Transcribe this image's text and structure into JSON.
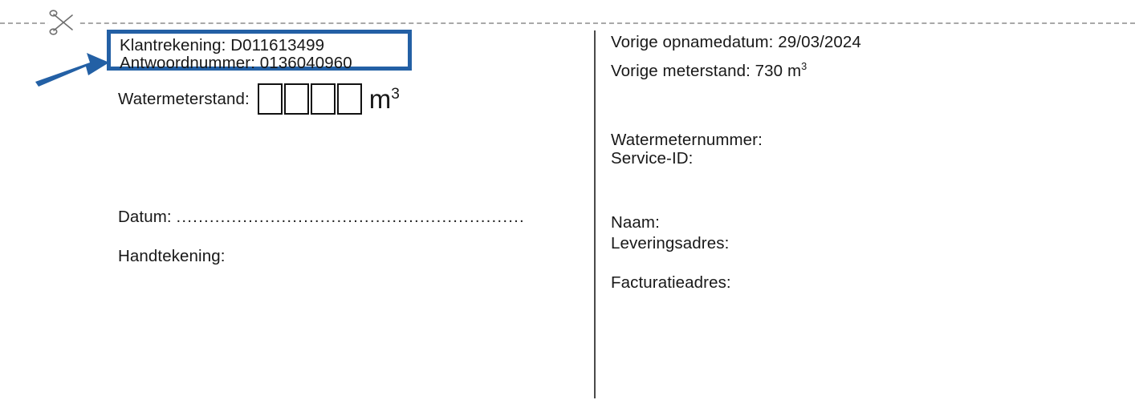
{
  "document": {
    "cut_line": {
      "scissors_icon": "scissors-icon"
    },
    "account_box": {
      "customer_account_line": "Klantrekening: D011613499",
      "reply_number_line": "Antwoordnummer: 0136040960",
      "border_color": "#2360a5"
    },
    "pointer_arrow": {
      "name": "blue-arrow-annotation",
      "color": "#2360a5"
    },
    "left_column": {
      "meter_reading_label": "Watermeterstand:",
      "digit_box_count": 4,
      "digit_box_values": [
        "",
        "",
        "",
        ""
      ],
      "unit": "m",
      "unit_exponent": "3",
      "date_label": "Datum:",
      "date_dot_leader": "...............................................................",
      "signature_label": "Handtekening:"
    },
    "right_column": {
      "previous_reading_date": "Vorige opnamedatum: 29/03/2024",
      "previous_meter_reading_label": "Vorige meterstand: 730 m",
      "previous_meter_reading_exponent": "3",
      "water_meter_number_label": "Watermeternummer:",
      "service_id_label": "Service-ID:",
      "name_label": "Naam:",
      "supply_address_label": "Leveringsadres:",
      "billing_address_label": "Facturatieadres:"
    }
  }
}
